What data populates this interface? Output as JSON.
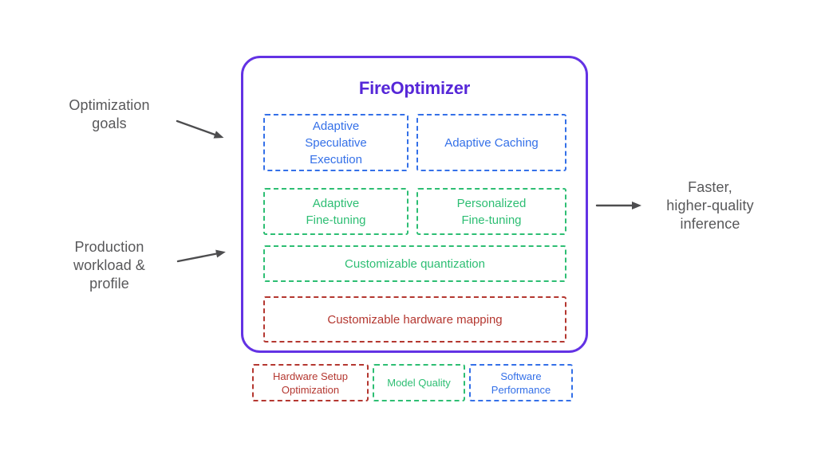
{
  "container": {
    "title": "FireOptimizer"
  },
  "modules": [
    {
      "name": "adaptive-speculative-execution",
      "label": "Adaptive\nSpeculative\nExecution",
      "category": "software_performance"
    },
    {
      "name": "adaptive-caching",
      "label": "Adaptive Caching",
      "category": "software_performance"
    },
    {
      "name": "adaptive-fine-tuning",
      "label": "Adaptive\nFine-tuning",
      "category": "model_quality"
    },
    {
      "name": "personalized-fine-tuning",
      "label": "Personalized\nFine-tuning",
      "category": "model_quality"
    },
    {
      "name": "customizable-quantization",
      "label": "Customizable quantization",
      "category": "model_quality"
    },
    {
      "name": "customizable-hardware-mapping",
      "label": "Customizable hardware mapping",
      "category": "hardware_setup"
    }
  ],
  "annotations": {
    "optimization_goals": "Optimization\ngoals",
    "production_workload": "Production\nworkload &\nprofile",
    "outcome": "Faster,\nhigher-quality\ninference"
  },
  "legend": [
    {
      "name": "hardware-setup-optimization",
      "label": "Hardware Setup\nOptimization",
      "category": "hardware_setup"
    },
    {
      "name": "model-quality",
      "label": "Model Quality",
      "category": "model_quality"
    },
    {
      "name": "software-performance",
      "label": "Software\nPerformance",
      "category": "software_performance"
    }
  ],
  "colors": {
    "purple_border": "#6332E4",
    "purple_title": "#5627D8",
    "software_performance": "#3470E8",
    "model_quality": "#2DBE73",
    "hardware_setup": "#B43730",
    "label_gray": "#58585A",
    "arrow_gray": "#4D4D4F"
  }
}
